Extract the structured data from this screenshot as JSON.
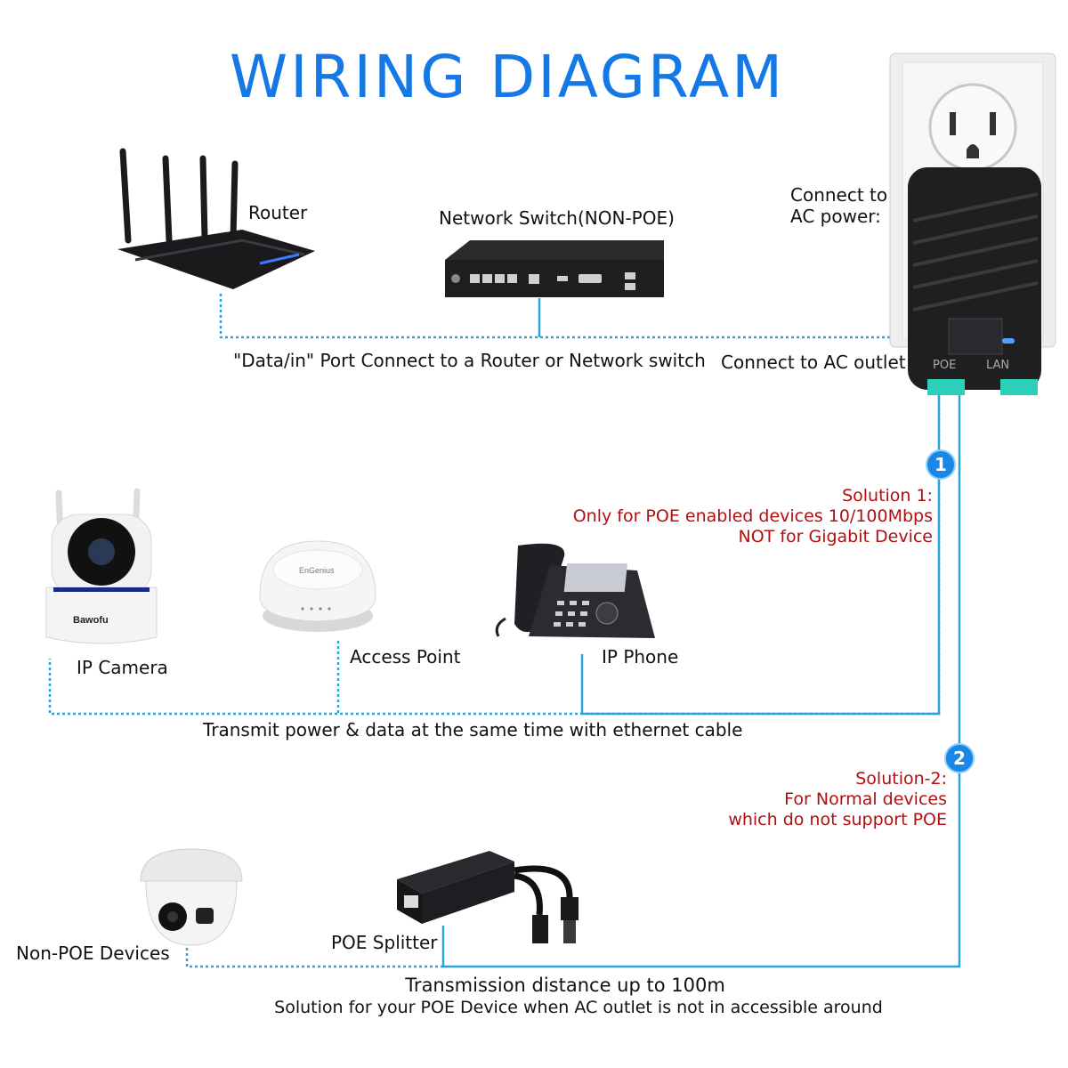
{
  "title": "WIRING DIAGRAM",
  "devices": {
    "router": "Router",
    "switch": "Network Switch(NON-POE)",
    "power_line1": "Connect to",
    "power_line2": "AC power:",
    "ip_camera": "IP Camera",
    "access_point": "Access Point",
    "ip_phone": "IP Phone",
    "non_poe": "Non-POE Devices",
    "splitter": "POE Splitter",
    "camera_brand": "Bawofu",
    "ap_brand": "EnGenius",
    "injector_poe": "POE",
    "injector_lan": "LAN"
  },
  "notes": {
    "data_in": "\"Data/in\" Port Connect to a Router or Network switch",
    "ac_outlet": "Connect to AC outlet",
    "transmit": "Transmit power & data at the same time with ethernet cable"
  },
  "solutions": {
    "s1_num": "1",
    "s1_line1": "Solution 1:",
    "s1_line2": "Only for POE enabled devices 10/100Mbps",
    "s1_line3": "NOT for Gigabit Device",
    "s2_num": "2",
    "s2_line1": "Solution-2:",
    "s2_line2": "For Normal devices",
    "s2_line3": "which do not support POE"
  },
  "footer": {
    "line1": "Transmission distance up to 100m",
    "line2": "Solution for your POE Device when AC outlet is not in accessible around"
  },
  "colors": {
    "title": "#1478e6",
    "wire": "#2aa3d8",
    "solution_text": "#b01010",
    "badge": "#1a86e8"
  }
}
